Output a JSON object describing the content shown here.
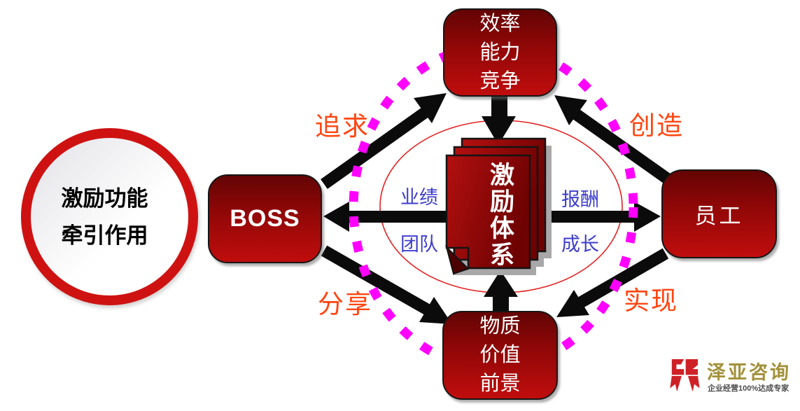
{
  "slide": {
    "left_circle": {
      "lines": [
        "激励功能",
        "牵引作用"
      ]
    },
    "boxes": {
      "boss": "BOSS",
      "top": [
        "效率",
        "能力",
        "竞争"
      ],
      "right": "员工",
      "bottom": [
        "物质",
        "价值",
        "前景"
      ]
    },
    "center_document": "激励体系",
    "relation_labels": {
      "pursue": "追求",
      "create": "创造",
      "share": "分享",
      "realize": "实现"
    },
    "factor_labels": {
      "performance": "业绩",
      "team": "团队",
      "reward": "报酬",
      "growth": "成长"
    },
    "colors": {
      "box_red_top": "#630404",
      "box_red_bottom": "#c00d0d",
      "ring_red": "#ce1212",
      "dotted_circle_magenta": "#ff00ff",
      "thin_ellipse_red": "#e32222",
      "relation_label_orange": "#ff4612",
      "factor_label_blue": "#3d3dcc",
      "arrow_black": "#0b0b0b",
      "logo_red": "#ce2127",
      "logo_gold": "#a2913a"
    }
  },
  "logo": {
    "name": "泽亚咨询",
    "tagline": "企业经营100%达成专家"
  }
}
